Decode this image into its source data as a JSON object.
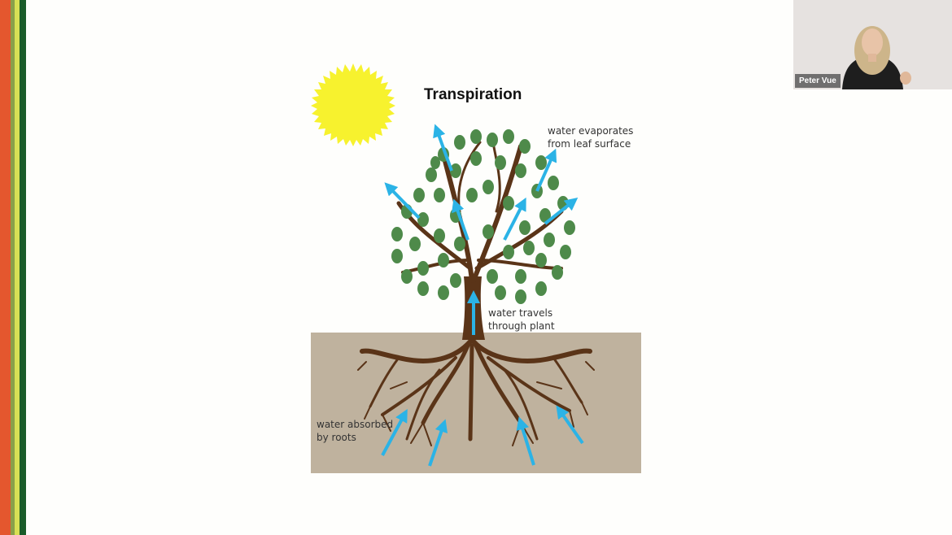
{
  "left_stripes": {
    "colors": [
      "#e4572e",
      "#d8e055",
      "#1a5c2a"
    ]
  },
  "slide": {
    "title": "Transpiration",
    "labels": {
      "evaporates_line1": "water evaporates",
      "evaporates_line2": "from leaf surface",
      "travels_line1": "water travels",
      "travels_line2": "through plant",
      "absorbed_line1": "water absorbed",
      "absorbed_line2": "by roots"
    },
    "colors": {
      "sun": "#f7f22e",
      "leaf": "#4e8a4a",
      "trunk": "#5a3418",
      "soil": "#bfb29e",
      "arrow": "#2bb3e6"
    }
  },
  "participant": {
    "name": "Peter Vue"
  }
}
